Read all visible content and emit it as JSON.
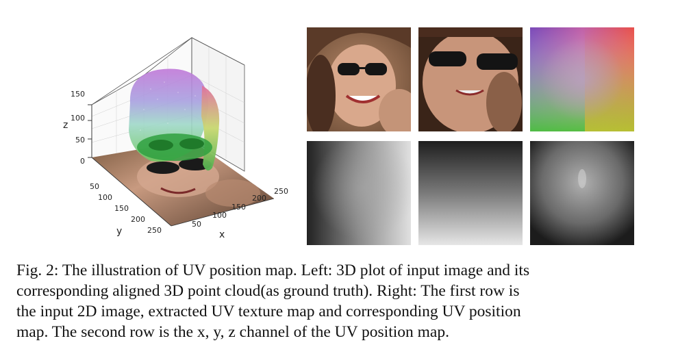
{
  "plot3d": {
    "z_label": "z",
    "y_label": "y",
    "x_label": "x",
    "z_ticks": [
      "150",
      "100",
      "50",
      "0"
    ],
    "y_ticks": [
      "50",
      "100",
      "150",
      "200",
      "250"
    ],
    "x_ticks": [
      "50",
      "100",
      "150",
      "200",
      "250"
    ]
  },
  "caption": {
    "line1": "Fig. 2: The illustration of UV position map. Left: 3D plot of input image and its",
    "line2": "corresponding aligned 3D point cloud(as ground truth). Right: The first row is",
    "line3": "the input 2D image, extracted UV texture map and corresponding UV position",
    "line4": "map. The second row is the x, y, z channel of the UV position map."
  }
}
